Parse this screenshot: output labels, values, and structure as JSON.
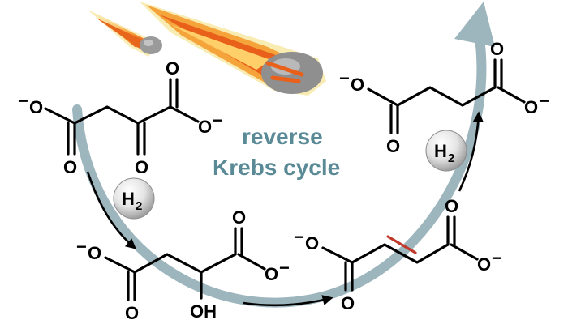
{
  "title": {
    "line1": "reverse",
    "line2": "Krebs cycle"
  },
  "reagent": {
    "label": "H",
    "subscript": "2"
  },
  "atoms": {
    "oxygen": "O",
    "hydroxyl": "OH",
    "negative_charge": "−"
  },
  "molecules": [
    "oxaloacetate",
    "malate",
    "fumarate",
    "succinate"
  ],
  "colors": {
    "cycle_arrow": "#9db5bd",
    "title": "#5b8a97",
    "meteor_core": "#9a9a9a",
    "meteor_flame": "#f07a1c",
    "meteor_glow": "#f7e59a"
  }
}
